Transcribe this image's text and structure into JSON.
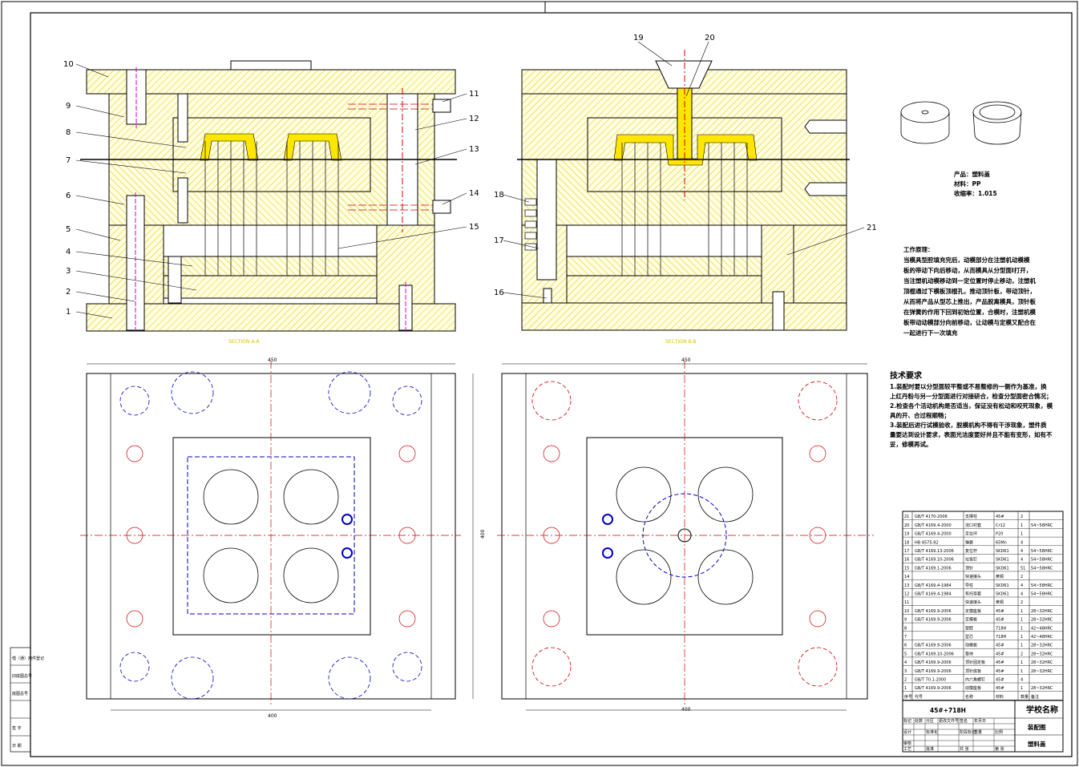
{
  "drawing": {
    "part_labels": [
      "1",
      "2",
      "3",
      "4",
      "5",
      "6",
      "7",
      "8",
      "9",
      "10",
      "11",
      "12",
      "13",
      "14",
      "15",
      "16",
      "17",
      "18",
      "19",
      "20",
      "21"
    ],
    "section_a": "SECTION A-A",
    "section_b": "SECTION B-B",
    "dims": {
      "w450": "450",
      "w400": "400",
      "h400": "400"
    },
    "product": {
      "name": "产品：塑料盖",
      "material": "材料：PP",
      "shrink": "收缩率：1.015"
    },
    "working_principle": {
      "title": "工作原理：",
      "lines": [
        "当模具型腔填充完后，动模部分在注塑机动模模",
        "板的带动下向后移动，从而模具从分型面Ⅰ打开，",
        "当注塑机动模移动到一定位置时停止移动，注塑机",
        "顶棍通过下模板顶棍孔，推动顶针板，带动顶针，",
        "从而将产品从型芯上推出，产品脱离模具，顶针板",
        "在弹簧的作用下回到初始位置，合模时，注塑机模",
        "板带动动模部分向前移动，让动模与定模又配合在",
        "一起进行下一次填充"
      ]
    },
    "tech_req": {
      "title": "技术要求",
      "lines": [
        "1.装配时要以分型面较平整或不易整修的一侧作为基准，换",
        "上红丹粉与另一分型面进行对接研合，检查分型面密合情况；",
        "2.检查各个活动机构是否适当，保证没有松动和咬死现象，模",
        "具的开、合过程顺畅；",
        "3.装配后进行试模验收，脱模机构不得有干涉现象，塑件质",
        "量要达到设计要求，表面光洁度要好并且不能有变形，如有不",
        "妥，修模再试。"
      ]
    },
    "bom": [
      {
        "no": "21",
        "code": "GB/T 4170-2006",
        "name": "支撑柱",
        "mat": "45#",
        "qty": "2",
        "note": ""
      },
      {
        "no": "20",
        "code": "GB/T 4169.4-2000",
        "name": "浇口衬套",
        "mat": "Cr12",
        "qty": "1",
        "note": "54~58HRC"
      },
      {
        "no": "19",
        "code": "GB/T 4169.4-2000",
        "name": "定位环",
        "mat": "P20",
        "qty": "1",
        "note": ""
      },
      {
        "no": "18",
        "code": "HB 4575-92",
        "name": "弹簧",
        "mat": "65Mn",
        "qty": "4",
        "note": ""
      },
      {
        "no": "17",
        "code": "GB/T 4169.13-2006",
        "name": "复位杆",
        "mat": "SKD61",
        "qty": "4",
        "note": "54~58HRC"
      },
      {
        "no": "16",
        "code": "GB/T 4169.10-2006",
        "name": "垃圾钉",
        "mat": "SKD61",
        "qty": "4",
        "note": "54~58HRC"
      },
      {
        "no": "15",
        "code": "GB/T 4169.1-2006",
        "name": "顶针",
        "mat": "SKD61",
        "qty": "51",
        "note": "54~58HRC"
      },
      {
        "no": "14",
        "code": "",
        "name": "快速接头",
        "mat": "黄铜",
        "qty": "2",
        "note": ""
      },
      {
        "no": "13",
        "code": "GB/T 4169.4-1984",
        "name": "导柱",
        "mat": "SKD61",
        "qty": "4",
        "note": "54~58HRC"
      },
      {
        "no": "12",
        "code": "GB/T 4169.4-1984",
        "name": "有托导套",
        "mat": "SKD61",
        "qty": "4",
        "note": "54~58HRC"
      },
      {
        "no": "11",
        "code": "",
        "name": "快速接头",
        "mat": "黄铜",
        "qty": "2",
        "note": ""
      },
      {
        "no": "10",
        "code": "GB/T 4169.9-2006",
        "name": "定模座板",
        "mat": "45#",
        "qty": "1",
        "note": "28~32HRC"
      },
      {
        "no": "9",
        "code": "GB/T 4169.9-2006",
        "name": "定模板",
        "mat": "45#",
        "qty": "1",
        "note": "28~32HRC"
      },
      {
        "no": "8",
        "code": "",
        "name": "型腔",
        "mat": "718H",
        "qty": "1",
        "note": "42~48HRC"
      },
      {
        "no": "7",
        "code": "",
        "name": "型芯",
        "mat": "718H",
        "qty": "1",
        "note": "42~48HRC"
      },
      {
        "no": "6",
        "code": "GB/T 4169.9-2006",
        "name": "动模板",
        "mat": "45#",
        "qty": "1",
        "note": "28~32HRC"
      },
      {
        "no": "5",
        "code": "GB/T 4169.10-2006",
        "name": "垫块",
        "mat": "45#",
        "qty": "2",
        "note": "28~32HRC"
      },
      {
        "no": "4",
        "code": "GB/T 4169.9-2006",
        "name": "顶针固定板",
        "mat": "45#",
        "qty": "1",
        "note": "28~32HRC"
      },
      {
        "no": "3",
        "code": "GB/T 4169.9-2006",
        "name": "顶针底板",
        "mat": "45#",
        "qty": "1",
        "note": "28~32HRC"
      },
      {
        "no": "2",
        "code": "GB/T 70.1-2000",
        "name": "内六角螺钉",
        "mat": "45#",
        "qty": "4",
        "note": ""
      },
      {
        "no": "1",
        "code": "GB/T 4169.9-2006",
        "name": "动模座板",
        "mat": "45#",
        "qty": "1",
        "note": "28~32HRC"
      }
    ],
    "bom_header": {
      "no": "序号",
      "code": "代号",
      "name": "名称",
      "mat": "材料",
      "qty": "数量",
      "note": "备注"
    },
    "title_block": {
      "material": "45#+718H",
      "school": "学校名称",
      "drawing_type": "装配图",
      "part": "塑料盖",
      "small": [
        "标记",
        "处数",
        "分区",
        "更改文件号",
        "签名",
        "年月日",
        "设计",
        "标准化",
        "阶段标记",
        "重量",
        "比例",
        "审核",
        "工艺",
        "批准",
        "共 张",
        "第 张"
      ]
    },
    "side_strip": [
      "借（通）用件登记",
      "旧底图总号",
      "底图总号",
      "签 字",
      "日 期"
    ]
  },
  "colors": {
    "hatch": "#e8d800",
    "plastic": "#ffe600",
    "red": "#d00000",
    "blue": "#0000c8",
    "line": "#000000",
    "magenta": "#d000d0"
  }
}
